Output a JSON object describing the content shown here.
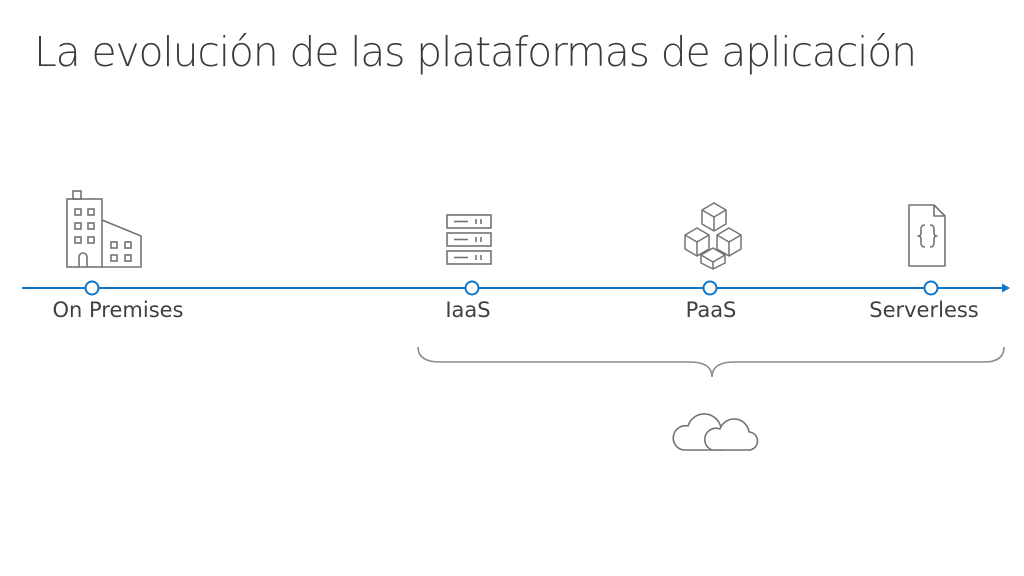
{
  "slide": {
    "title": "La evolución de las plataformas de aplicación"
  },
  "timeline": {
    "stages": [
      {
        "label": "On Premises",
        "icon": "building-icon"
      },
      {
        "label": "IaaS",
        "icon": "server-rack-icon"
      },
      {
        "label": "PaaS",
        "icon": "cubes-icon"
      },
      {
        "label": "Serverless",
        "icon": "code-file-icon"
      }
    ],
    "cloud_icon": "cloud-icon",
    "colors": {
      "line": "#0f76c8",
      "marker_fill": "#ffffff",
      "icon_stroke": "#737373",
      "label": "#404040"
    }
  }
}
